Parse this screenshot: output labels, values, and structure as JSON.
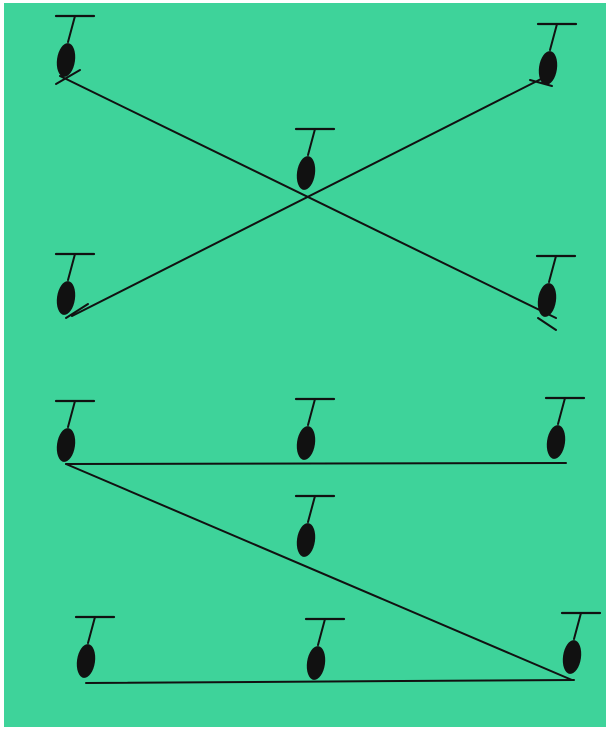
{
  "colors": {
    "field": "#3ed39a",
    "ink": "#111111",
    "paper": "#ffffff"
  },
  "diagram": {
    "figures": [
      {
        "id": "top-left-figure",
        "icon": "eye-icon"
      },
      {
        "id": "top-right-figure",
        "icon": "eye-icon"
      },
      {
        "id": "center-figure",
        "icon": "eye-icon"
      },
      {
        "id": "mid-left-figure",
        "icon": "eye-icon"
      },
      {
        "id": "mid-right-figure",
        "icon": "eye-icon"
      },
      {
        "id": "row-upper-left-figure",
        "icon": "eye-icon"
      },
      {
        "id": "row-upper-middle-figure",
        "icon": "eye-icon"
      },
      {
        "id": "row-upper-right-figure",
        "icon": "eye-icon"
      },
      {
        "id": "diagonal-middle-figure",
        "icon": "eye-icon"
      },
      {
        "id": "row-lower-left-figure",
        "icon": "eye-icon"
      },
      {
        "id": "row-lower-middle-figure",
        "icon": "eye-icon"
      },
      {
        "id": "row-lower-right-figure",
        "icon": "eye-icon"
      }
    ],
    "paths": [
      {
        "id": "cross-line-down",
        "from": "top-left-figure",
        "to": "mid-right-figure"
      },
      {
        "id": "cross-line-up",
        "from": "mid-left-figure",
        "to": "top-right-figure"
      },
      {
        "id": "upper-row-line",
        "from": "row-upper-left-figure",
        "to": "row-upper-right-figure"
      },
      {
        "id": "zigzag-diagonal-line",
        "from": "row-upper-left-figure",
        "to": "row-lower-right-figure"
      },
      {
        "id": "lower-row-line",
        "from": "row-lower-left-figure",
        "to": "row-lower-right-figure"
      }
    ]
  }
}
